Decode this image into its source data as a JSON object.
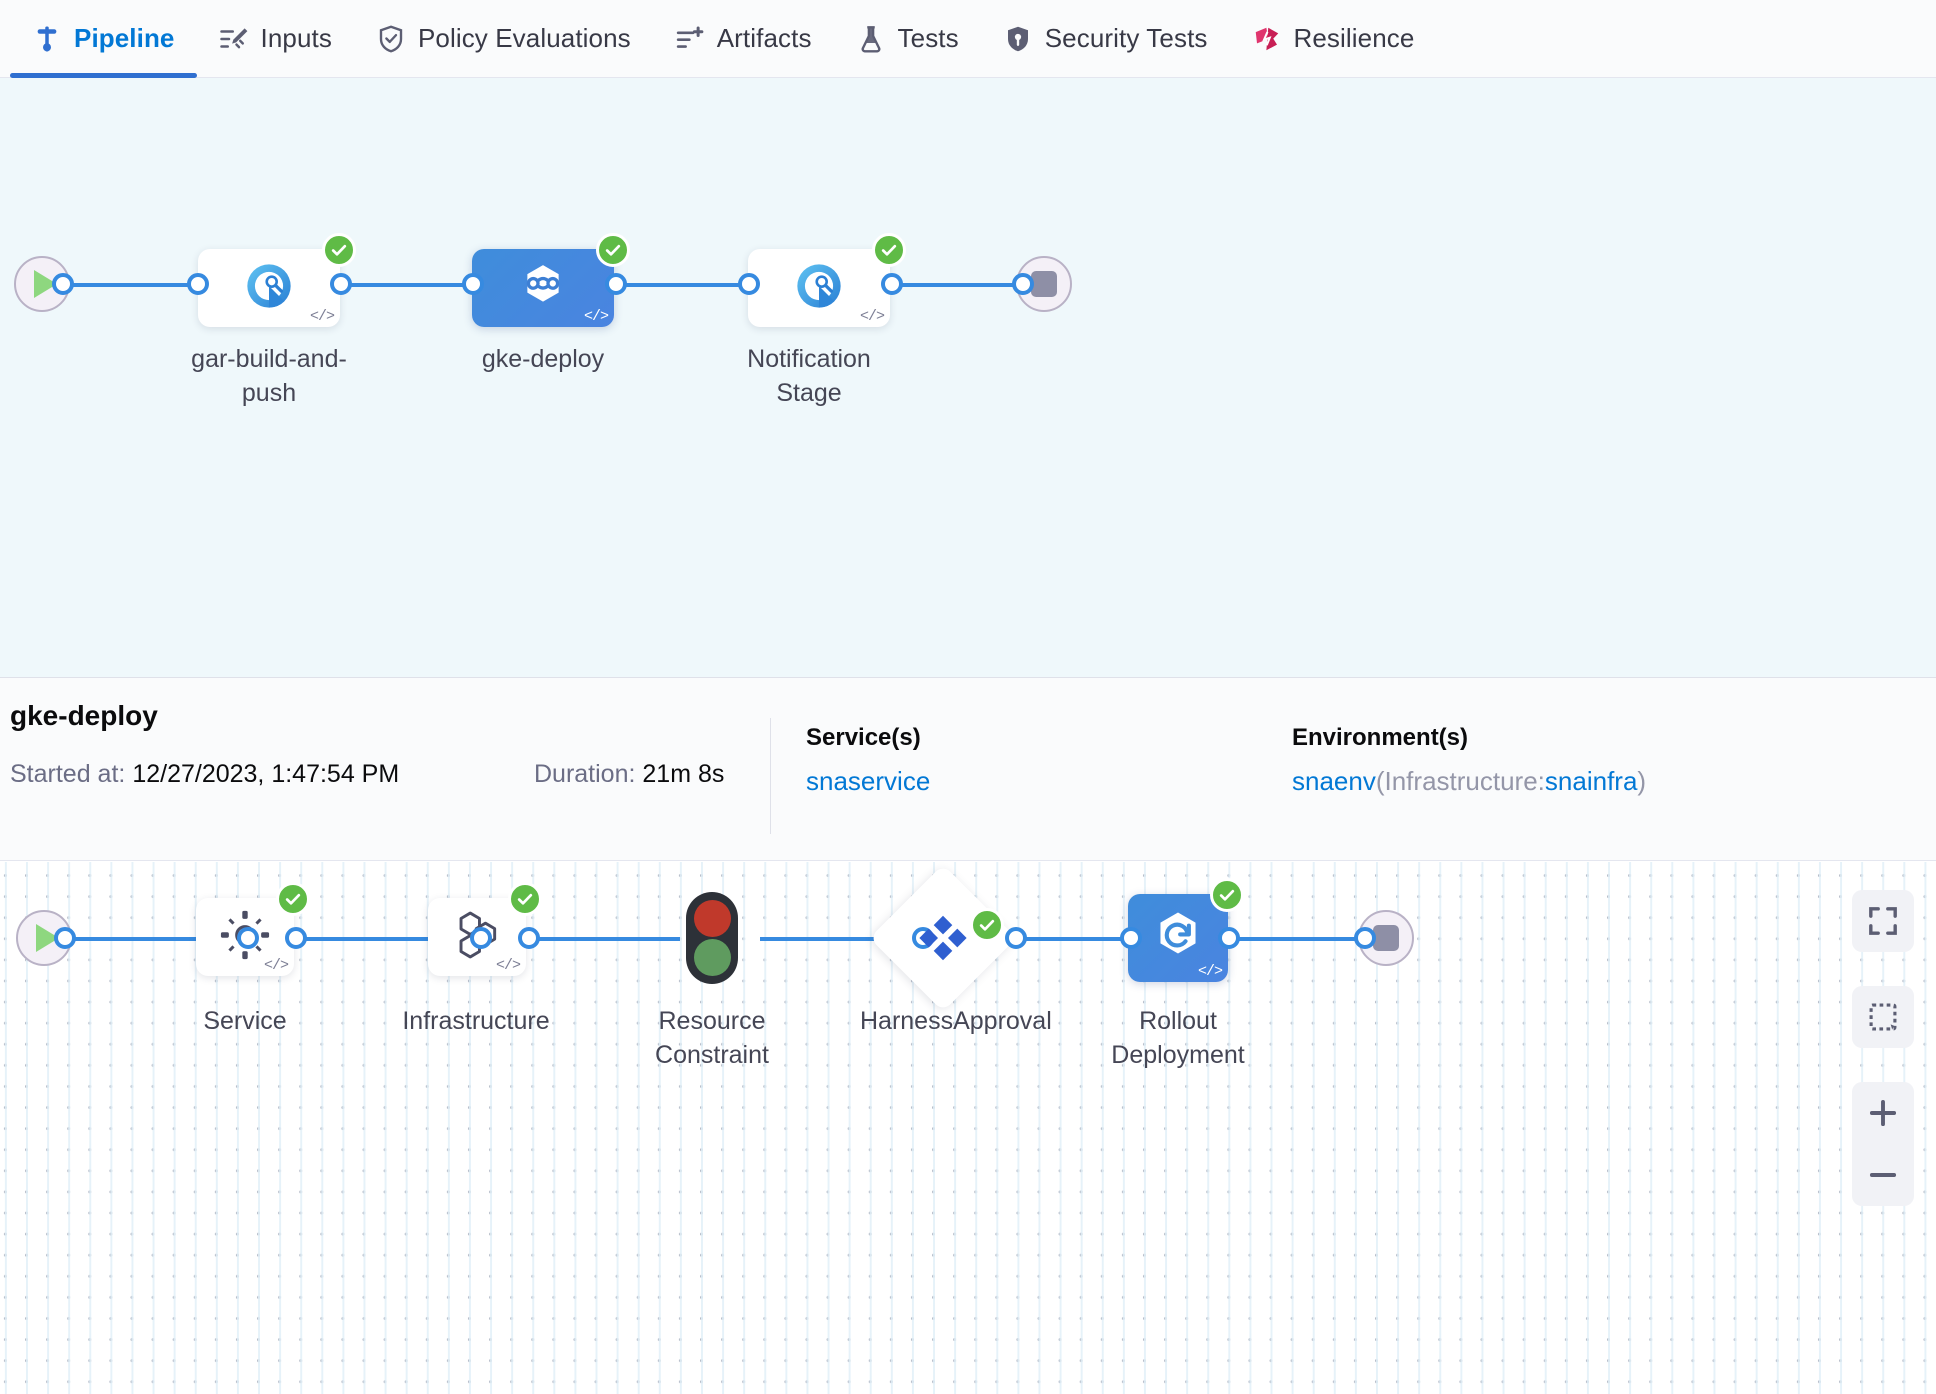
{
  "tabs": [
    {
      "label": "Pipeline",
      "icon": "pipeline-icon",
      "active": true
    },
    {
      "label": "Inputs",
      "icon": "inputs-icon",
      "active": false
    },
    {
      "label": "Policy Evaluations",
      "icon": "policy-shield-icon",
      "active": false
    },
    {
      "label": "Artifacts",
      "icon": "artifacts-icon",
      "active": false
    },
    {
      "label": "Tests",
      "icon": "flask-icon",
      "active": false
    },
    {
      "label": "Security Tests",
      "icon": "security-shield-icon",
      "active": false
    },
    {
      "label": "Resilience",
      "icon": "resilience-icon",
      "active": false
    }
  ],
  "pipeline_graph": {
    "start": {
      "icon": "play-icon"
    },
    "end": {
      "icon": "stop-icon"
    },
    "stages": [
      {
        "label": "gar-build-and-push",
        "icon": "ci-build-icon",
        "status": "success",
        "selected": false,
        "has_code_badge": true
      },
      {
        "label": "gke-deploy",
        "icon": "cd-deploy-icon",
        "status": "success",
        "selected": true,
        "has_code_badge": true
      },
      {
        "label": "Notification Stage",
        "icon": "ci-build-icon",
        "status": "success",
        "selected": false,
        "has_code_badge": true
      }
    ]
  },
  "details": {
    "title": "gke-deploy",
    "started_label": "Started at:",
    "started_value": "12/27/2023, 1:47:54 PM",
    "duration_label": "Duration:",
    "duration_value": "21m 8s",
    "service": {
      "header": "Service(s)",
      "value": "snaservice"
    },
    "environment": {
      "header": "Environment(s)",
      "env_name": "snaenv",
      "infra_prefix": "(Infrastructure:",
      "infra_name": "snainfra",
      "infra_suffix": ")"
    }
  },
  "execution_graph": {
    "start": {
      "icon": "play-icon"
    },
    "end": {
      "icon": "stop-icon"
    },
    "steps": [
      {
        "label": "Service",
        "icon": "gear-icon",
        "status": "success",
        "shape": "card",
        "has_code_badge": true
      },
      {
        "label": "Infrastructure",
        "icon": "hexagons-icon",
        "status": "success",
        "shape": "card",
        "has_code_badge": true
      },
      {
        "label": "Resource Constraint",
        "icon": "traffic-light-icon",
        "status": "none",
        "shape": "bare",
        "has_code_badge": false
      },
      {
        "label": "HarnessApproval",
        "icon": "harness-approval-icon",
        "status": "success",
        "shape": "diamond",
        "has_code_badge": false
      },
      {
        "label": "Rollout Deployment",
        "icon": "rollout-deployment-icon",
        "status": "success",
        "shape": "card-blue",
        "has_code_badge": true
      }
    ]
  },
  "view_controls": [
    {
      "name": "fit-to-screen-button",
      "icon": "expand-icon"
    },
    {
      "name": "selection-box-button",
      "icon": "dashed-square-icon"
    },
    {
      "name": "zoom-in-button",
      "icon": "plus-icon"
    },
    {
      "name": "zoom-out-button",
      "icon": "minus-icon"
    }
  ],
  "colors": {
    "accent_blue": "#0278d5",
    "edge_blue": "#368ae0",
    "success_green": "#5fbb46",
    "node_blue": "#3f8ddb",
    "canvas_top": "#eff8fb"
  }
}
